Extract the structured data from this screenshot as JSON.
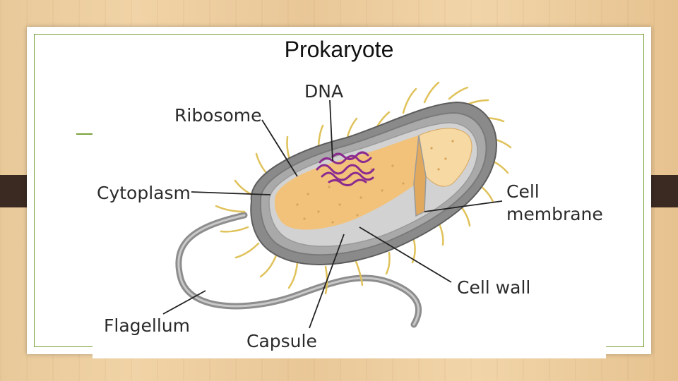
{
  "slide": {
    "title": "Prokaryote"
  },
  "diagram": {
    "labels": {
      "dna": "DNA",
      "ribosome": "Ribosome",
      "cytoplasm": "Cytoplasm",
      "cell_membrane_line1": "Cell",
      "cell_membrane_line2": "membrane",
      "cell_wall": "Cell wall",
      "flagellum": "Flagellum",
      "capsule": "Capsule"
    }
  },
  "colors": {
    "frame_accent": "#7aa33a",
    "capsule_gray": "#8a8a8a",
    "cytoplasm_orange": "#f2c27a",
    "dna_purple": "#8b2b8f",
    "pili_yellow": "#e0c25a"
  }
}
